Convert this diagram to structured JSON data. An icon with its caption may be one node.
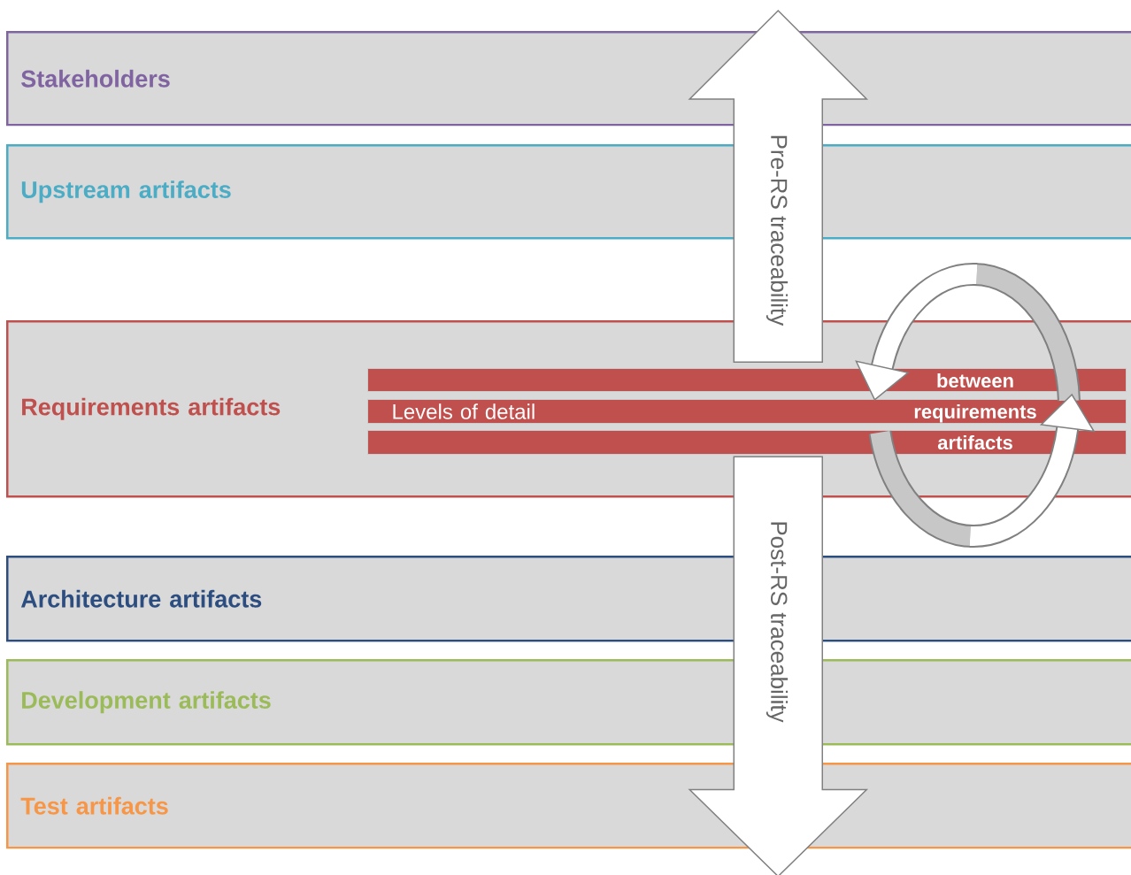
{
  "diagram": {
    "nodes": [
      {
        "text": [
          "Stakeholders"
        ]
      },
      {
        "text": [
          "Upstream artifacts"
        ]
      },
      {
        "text": [
          "Requirements artifacts"
        ]
      },
      {
        "text": [],
        "shape": "bar",
        "in": 2
      },
      {
        "text": [
          "Levels of detail"
        ],
        "in": 2
      },
      {
        "text": [],
        "shape": "bar",
        "in": 2
      },
      {
        "text": [
          "Architecture artifacts"
        ]
      },
      {
        "text": [
          "Development artifacts"
        ]
      },
      {
        "text": [
          "Test artifacts"
        ]
      }
    ],
    "edges": [
      {
        "from": 2,
        "to": 0,
        "arrow": "to",
        "label": "Pre-RS traceability"
      },
      {
        "from": 2,
        "to": 8,
        "arrow": "to",
        "label": "Post-RS traceability"
      }
    ],
    "labels": [
      "between requirements artifacts"
    ]
  }
}
